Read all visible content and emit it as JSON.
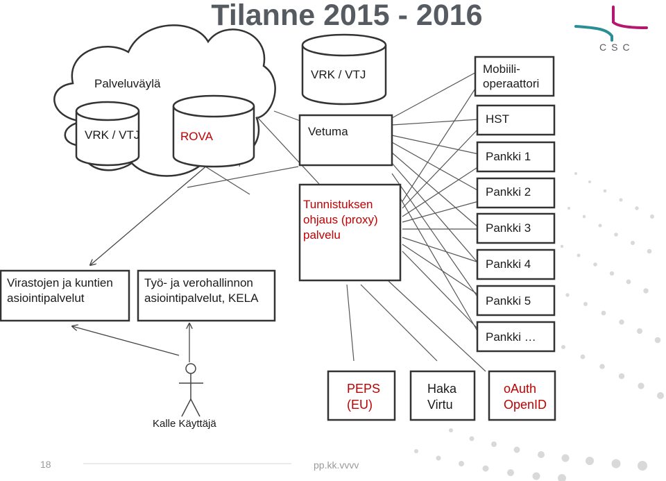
{
  "title": "Tilanne 2015 - 2016",
  "cloud": {
    "label": "Palveluväylä",
    "db_vrk": "VRK / VTJ",
    "db_rova": "ROVA"
  },
  "top_db": "VRK / VTJ",
  "hub": {
    "vetuma": "Vetuma",
    "proxy_lines": [
      "Tunnistuksen",
      "ohjaus (proxy)",
      "palvelu"
    ]
  },
  "providers": {
    "mobile_lines": [
      "Mobiili-",
      "operaattori"
    ],
    "hst": "HST",
    "bank1": "Pankki 1",
    "bank2": "Pankki 2",
    "bank3": "Pankki 3",
    "bank4": "Pankki 4",
    "bank5": "Pankki 5",
    "bank_more": "Pankki …"
  },
  "services": {
    "virastot_lines": [
      "Virastojen ja kuntien",
      "asiointipalvelut"
    ],
    "tyo_lines": [
      "Työ- ja verohallinnon",
      "asiointipalvelut, KELA"
    ]
  },
  "bottom": {
    "peps_lines": [
      "PEPS",
      "(EU)"
    ],
    "haka_lines": [
      "Haka",
      "Virtu"
    ],
    "oauth_lines": [
      "oAuth",
      "OpenID"
    ]
  },
  "user": "Kalle Käyttäjä",
  "footer": {
    "page": "18",
    "date": "pp.kk.vvvv"
  },
  "logo": {
    "text": "CSC",
    "colors": {
      "teal": "#2a8f94",
      "magenta": "#b3176e"
    }
  },
  "colors": {
    "box_stroke": "#333333",
    "line": "#555555",
    "red_text": "#c00000",
    "title": "#555b60"
  }
}
